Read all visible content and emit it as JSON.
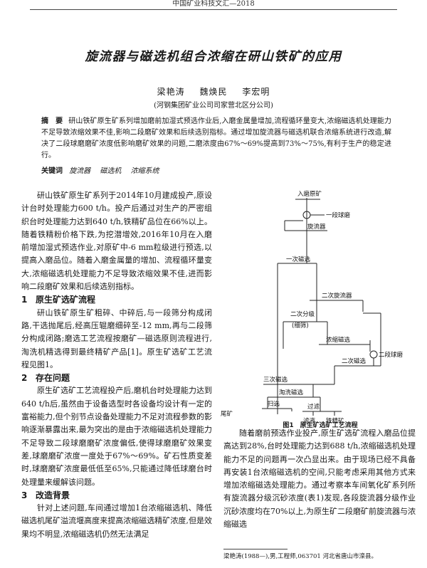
{
  "running_head": "中国矿业科技文汇—2018",
  "title": "旋流器与磁选机组合浓缩在研山铁矿的应用",
  "authors": [
    "梁艳涛",
    "魏焕民",
    "李宏明"
  ],
  "affiliation": "(河钢集团矿业公司司家营北区分公司)",
  "abstract": {
    "label": "摘　要",
    "text": "研山铁矿原生矿系列增加磨前加湿式预选作业后,入磨金属量增加,流程循环量变大,浓缩磁选机处理能力不足导致浓缩效果不佳,影响二段磨矿效果和后续选别指标。通过增加旋流器与磁选机联合浓缩系统进行改造,解决了二段球磨磨矿浓度低影响磨矿效果的问题,二磨浓度由67%～69%提高到73%～75%,有利于生产的稳定进行。"
  },
  "keywords": {
    "label": "关键词",
    "items": [
      "旋流器",
      "磁选机",
      "浓缩系统"
    ]
  },
  "intro": "研山铁矿原生矿系列于2014年10月建成投产,原设计台时处理能力600 t/h。投产后通过对生产的严密组织台时处理能力达到640 t/h,铁精矿品位在66%以上。随着铁精粉价格下跌,为挖潜增效,2016年10月在入磨前增加湿式预选作业,对原矿中-6 mm粒级进行预选,以提高入磨品位。随着入磨金属量的增加、流程循环量变大,浓缩磁选机处理能力不足导致浓缩效果不佳,进而影响二段磨矿效果和后续选别指标。",
  "sections": [
    {
      "num": "1",
      "heading": "原生矿选矿流程",
      "text": "研山铁矿原生矿粗碎、中碎后,与一段筛分构成闭路,干选抛尾后,经高压辊磨细碎至-12 mm,再与二段筛分构成闭路;磨选工艺流程按磨矿—磁选原则流程进行,淘洗机精选得到最终精矿产品[1]。原生矿选矿工艺流程见图1。"
    },
    {
      "num": "2",
      "heading": "存在问题",
      "text": "原生矿选矿工艺流程投产后,磨机台时处理能力达到640 t/h后,虽然由于设备选型时各设备均设计有一定的富裕能力,但个别节点设备处理能力不足对流程参数的影响逐渐暴露出来,最为突出的是由于浓缩磁选机处理能力不足导致二段球磨磨矿浓度偏低,使得球磨磨矿效果变差,球磨磨矿浓度一度处于67%～69%。矿石性质变差时,球磨磨矿浓度最低低至65%,只能通过降低球磨台时处理量来缓解该问题。"
    },
    {
      "num": "3",
      "heading": "改造背景",
      "text": "针对上述问题,车间通过增加1台浓缩磁选机、降低磁选机尾矿溢流堰高度来提高浓缩磁选精矿浓度,但是效果均不明显,浓缩磁选机仍然无法满足"
    }
  ],
  "right_text": "随着磨前预选作业投产,原生矿选矿流程入磨品位提高达到28%,台时处理能力达到688 t/h,浓缩磁选机处理能力不足的问题再一次凸显出来。由于现场已经不具备再安装1台浓缩磁选机的空间,只能考虑采用其他方式来增加浓缩磁选处理能力。通过考察本车间氧化矿系列所有旋流器分级沉砂浓度(表1)发现,各段旋流器分级作业沉砂浓度均在70%以上,为原生矿二段磨矿前旋流器与浓缩磁选",
  "figure": {
    "caption": "图1　原生矿选矿工艺流程",
    "nodes": {
      "feed": "入磨原矿",
      "mill1": "一段球磨",
      "cyclone1": "旋流器",
      "mag1": "一次磁选",
      "cyclone2": "二次旋流器",
      "class2": "二次分级",
      "class2_sub": "(细筛)",
      "conc_mag": "浓缩磁选",
      "mill2": "二段球磨",
      "mag2": "二次磁选",
      "mag3": "三次磁选",
      "elutriator": "淘洗磁选",
      "sweep": "扫选",
      "filter": "过滤",
      "tail": "尾矿",
      "filtrate": "滤液",
      "conc": "铁精矿"
    }
  },
  "footnote": "梁艳涛(1988—),男,工程师,063701 河北省唐山市滦县。"
}
